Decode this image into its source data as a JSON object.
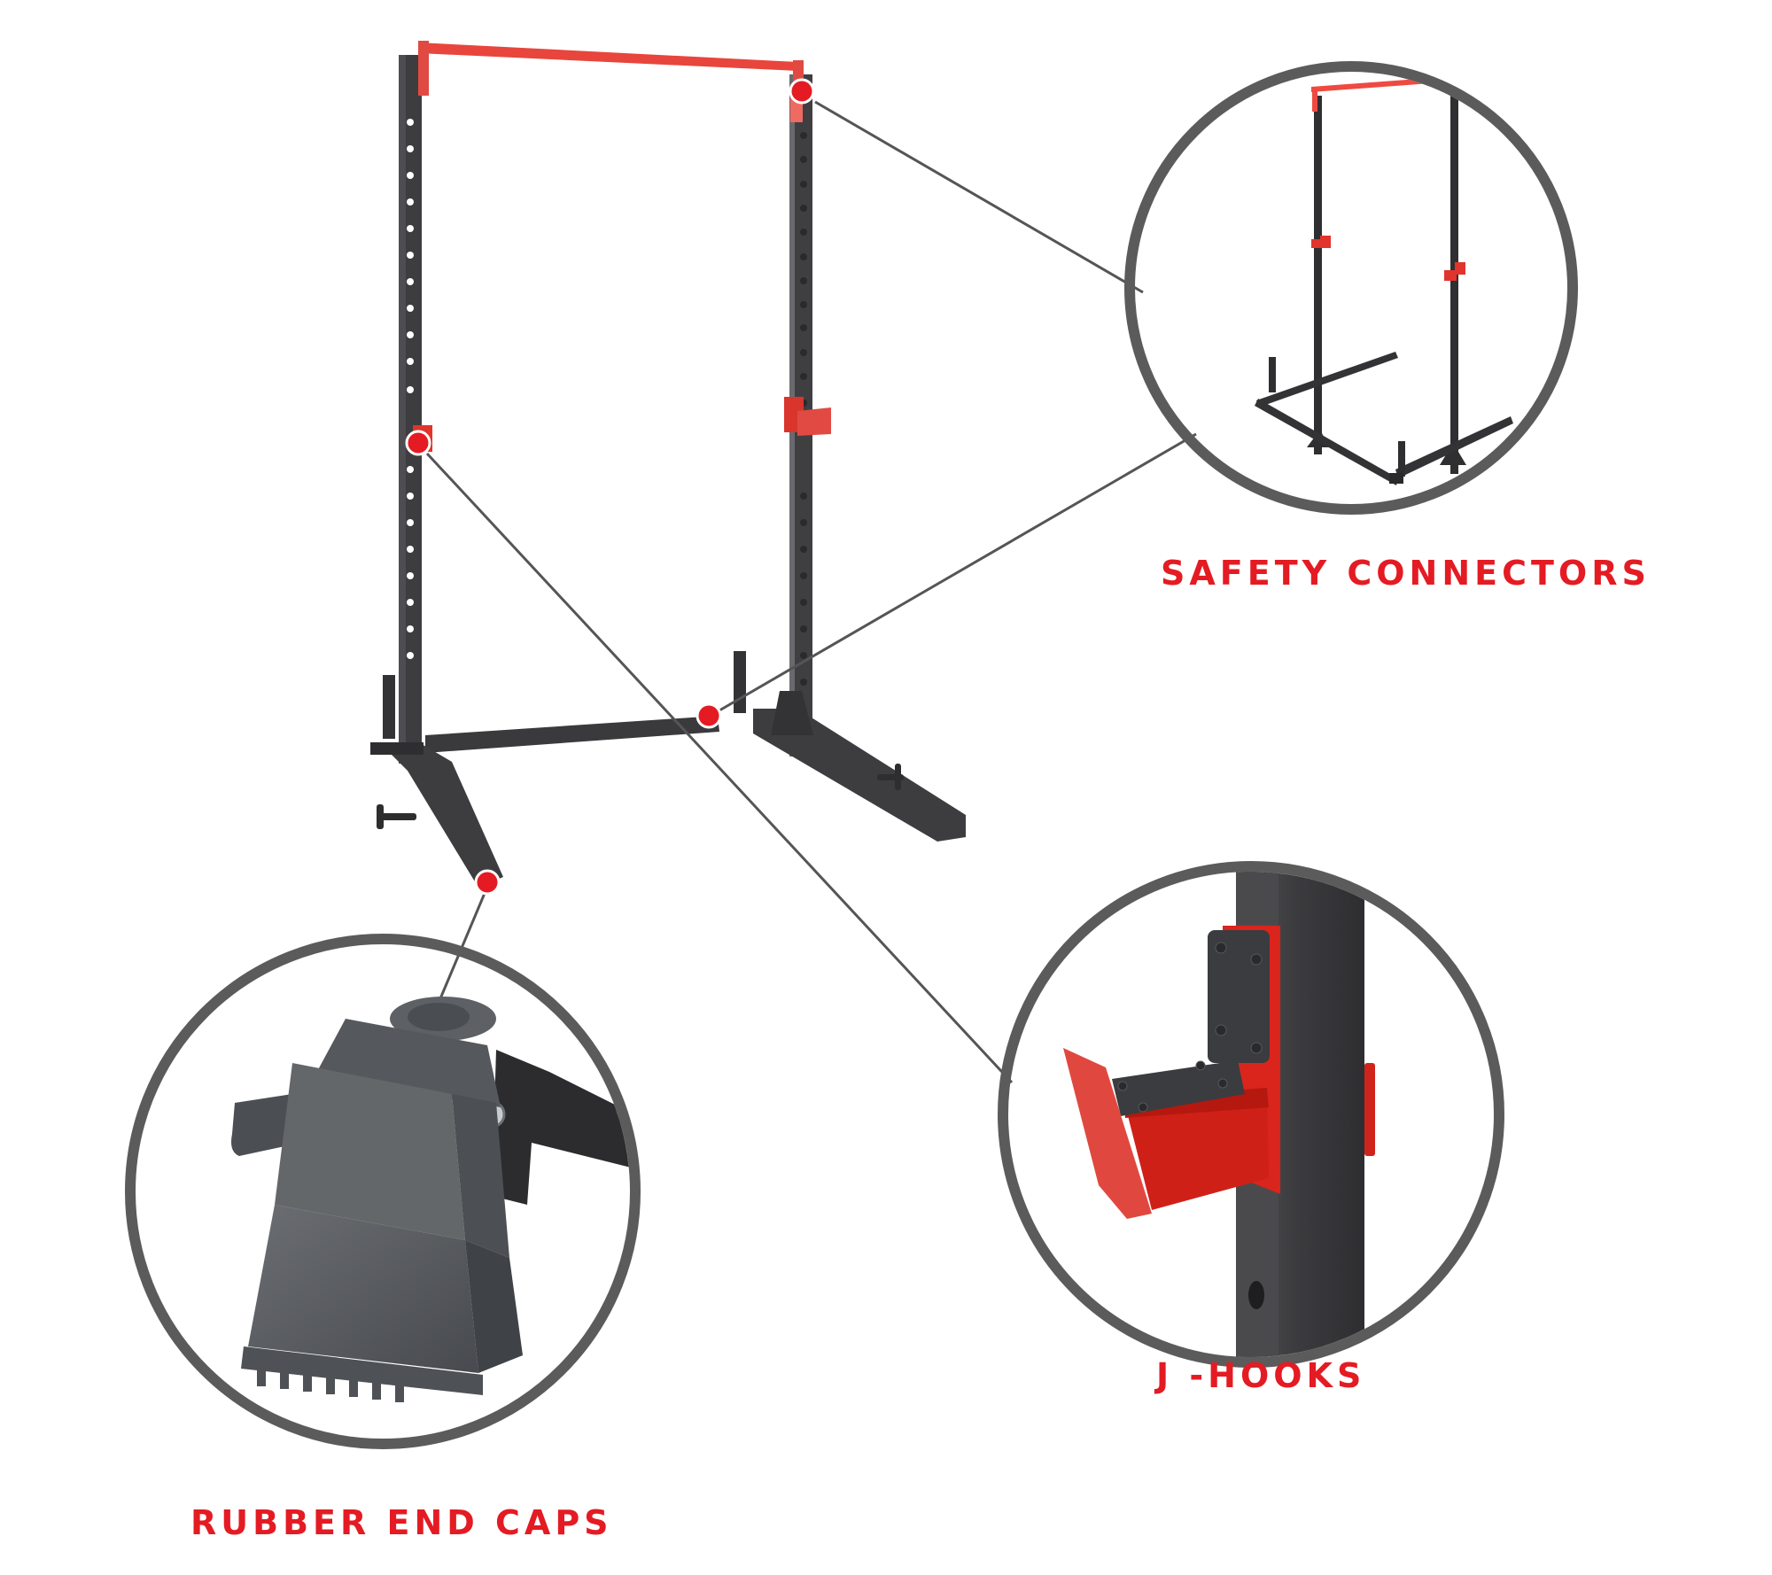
{
  "diagram": {
    "subject": "Half squat rack with pull-up bar",
    "colors": {
      "accent_red": "#e41b23",
      "frame_dark": "#3a3a3c",
      "frame_mid": "#4a4a4d",
      "callout_ring": "#5b5b5b",
      "leader_line": "#555555",
      "hook_red": "#d9251c",
      "cap_gray": "#55585c",
      "background": "#ffffff"
    },
    "callouts": [
      {
        "id": "safety-connectors",
        "label": "SAFETY CONNECTORS",
        "detail_view": "full rack overview with safety connectors"
      },
      {
        "id": "j-hooks",
        "label": "J -HOOKS",
        "detail_view": "close-up of red J-hook with rubber pads on upright"
      },
      {
        "id": "rubber-end-caps",
        "label": "RUBBER END CAPS",
        "detail_view": "close-up of gray ribbed rubber end cap on base leg"
      }
    ],
    "markers": [
      {
        "name": "pullup-bar-marker",
        "callout": "safety-connectors"
      },
      {
        "name": "j-hook-marker",
        "callout": "j-hooks"
      },
      {
        "name": "base-crossbar-marker",
        "callout": "safety-connectors"
      },
      {
        "name": "end-cap-marker",
        "callout": "rubber-end-caps"
      }
    ]
  }
}
